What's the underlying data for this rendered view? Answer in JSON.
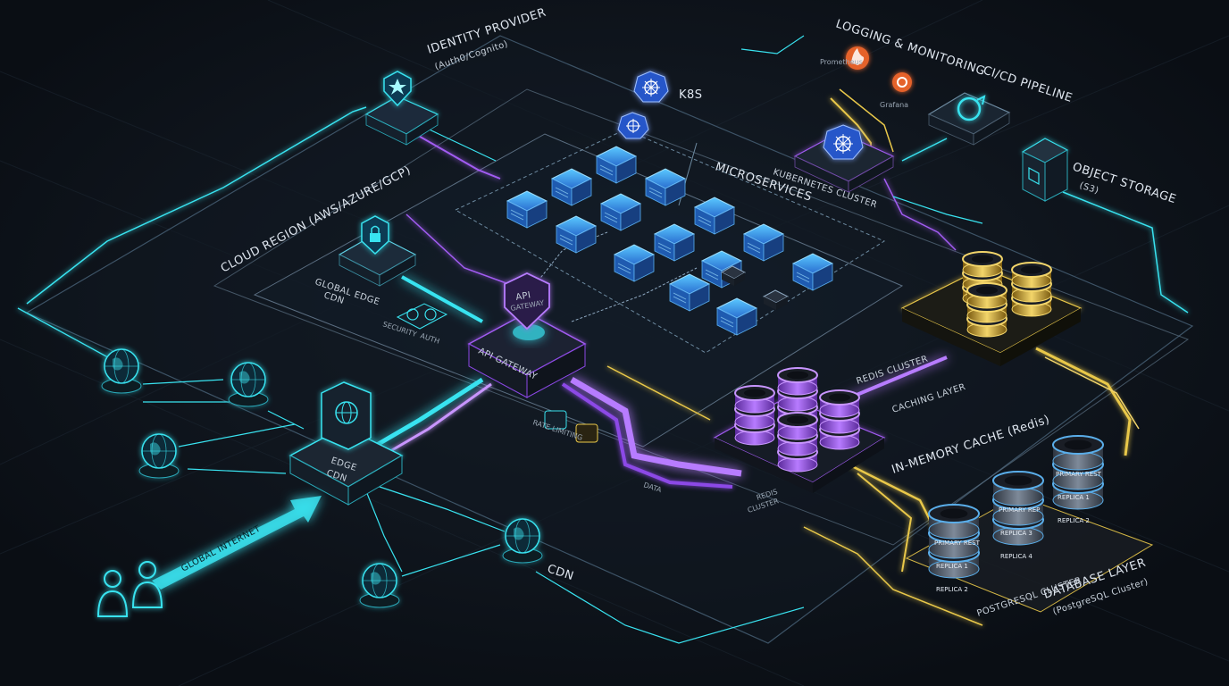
{
  "colors": {
    "background": "#0c1118",
    "cyan": "#39e3f0",
    "purple": "#a25cf2",
    "yellow": "#e9c84a",
    "blue": "#3a8ff0",
    "orange": "#e5622b"
  },
  "labels": {
    "identity_provider": "IDENTITY PROVIDER",
    "identity_provider_sub": "(Auth0/Cognito)",
    "k8s": "K8S",
    "logging_monitoring": "LOGGING & MONITORING",
    "prometheus": "Prometheus",
    "grafana": "Grafana",
    "cicd_pipeline": "CI/CD PIPELINE",
    "object_storage": "OBJECT STORAGE",
    "object_storage_sub": "(S3)",
    "cloud_region": "CLOUD REGION (AWS/AZURE/GCP)",
    "global_edge_cdn": "GLOBAL EDGE",
    "global_edge_cdn_sub": "CDN",
    "security": "SECURITY",
    "auth": "AUTH",
    "microservices": "MICROSERVICES",
    "kubernetes_cluster": "KUBERNETES CLUSTER",
    "api_gateway_shield": "API",
    "api_gateway_shield_sub": "GATEWAY",
    "api_gateway": "API GATEWAY",
    "rate_limiting": "RATE LIMITING",
    "redis_cluster": "REDIS CLUSTER",
    "caching_layer": "CACHING LAYER",
    "in_memory_cache": "IN-MEMORY CACHE (Redis)",
    "edge_cdn": "EDGE",
    "edge_cdn_sub": "CDN",
    "global_internet": "GLOBAL INTERNET",
    "cdn": "CDN",
    "data": "DATA",
    "redis_cluster_lower": "REDIS",
    "redis_cluster_lower_sub": "CLUSTER",
    "primary_rest": "PRIMARY REST",
    "replica_1": "REPLICA 1",
    "replica_2": "REPLICA 2",
    "primary_rep": "PRIMARY REP",
    "replica_3": "REPLICA 3",
    "replica_4": "REPLICA 4",
    "postgresql_cluster": "POSTGRESQL CLUSTER",
    "database_layer": "DATABASE LAYER",
    "database_layer_sub": "(PostgreSQL Cluster)"
  },
  "icons": {
    "identity": "star-shield-icon",
    "kubernetes": "kubernetes-wheel-icon",
    "prometheus": "prometheus-flame-icon",
    "grafana": "grafana-gear-icon",
    "cicd": "refresh-arrow-icon",
    "storage": "storage-box-icon",
    "lock": "lock-shield-icon",
    "globe": "globe-icon",
    "user": "user-icon",
    "database": "database-cylinder-icon"
  }
}
